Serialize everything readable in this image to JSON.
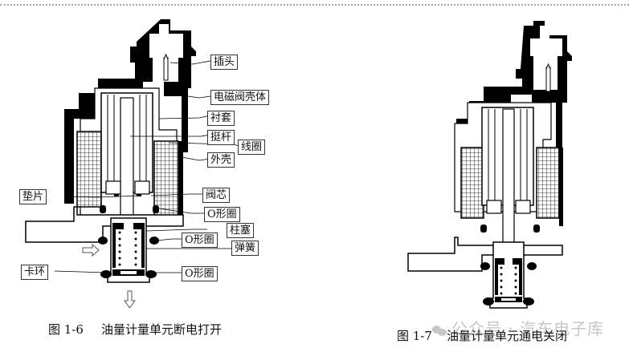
{
  "figure_left": {
    "caption_number": "图 1-6",
    "caption_text": "油量计量单元断电打开",
    "labels": {
      "plug": "插头",
      "valve_housing": "电磁阀壳体",
      "bushing": "衬套",
      "tappet": "挺杆",
      "coil": "线圈",
      "outer_shell": "外壳",
      "shim": "垫片",
      "valve_core": "阀芯",
      "o_ring_1": "O形圈",
      "plunger": "柱塞",
      "o_ring_2": "O形圈",
      "spring": "弹簧",
      "snap_ring": "卡环",
      "o_ring_3": "O形圈"
    },
    "flow_arrows": [
      "inlet-right",
      "outlet-down"
    ]
  },
  "figure_right": {
    "caption_number": "图 1-7",
    "caption_text": "油量计量单元通电关闭"
  },
  "watermark": {
    "icon": "wechat-icon",
    "text": "公众号 · 汽车电子库"
  },
  "colors": {
    "ink": "#000000",
    "paper": "#ffffff",
    "divider": "#9aa7b8",
    "watermark": "#c7c7c7"
  }
}
